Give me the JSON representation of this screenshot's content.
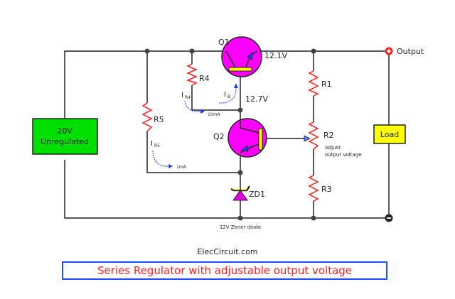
{
  "diagram": {
    "source_label": "20V\nUnregulated",
    "source_line1": "20V",
    "source_line2": "Unregulated",
    "load_label": "Load",
    "output_label": "Output",
    "components": {
      "q1": "Q1",
      "q2": "Q2",
      "r1": "R1",
      "r2": "R2",
      "r3": "R3",
      "r4": "R4",
      "r5": "R5",
      "zd1": "ZD1"
    },
    "annotations": {
      "q1_emitter_voltage": "12.1V",
      "q1_base_voltage": "12.7V",
      "ir4_label": "I",
      "ir4_sub": "R4",
      "ir4_value": "10mA",
      "ib_label": "I",
      "ib_sub": "B",
      "ir5_label": "I",
      "ir5_sub": "R5",
      "ir5_value": "1mA",
      "r2_note_line1": "Adjust",
      "r2_note_line2": "output voltage",
      "zener_note": "12V Zener diode"
    },
    "colors": {
      "wire": "#222222",
      "resistor": "#ff1a1a",
      "transistor": "#ff00ff",
      "base_bar": "#ffff00",
      "source_fill": "#00e000",
      "load_fill": "#ffff00",
      "current_arrow": "#1a3fff",
      "title_text": "#ff2020",
      "title_border": "#1a4fff"
    }
  },
  "footer": {
    "site": "ElecCircuit.com",
    "title": "Series Regulator with adjustable output voltage"
  }
}
